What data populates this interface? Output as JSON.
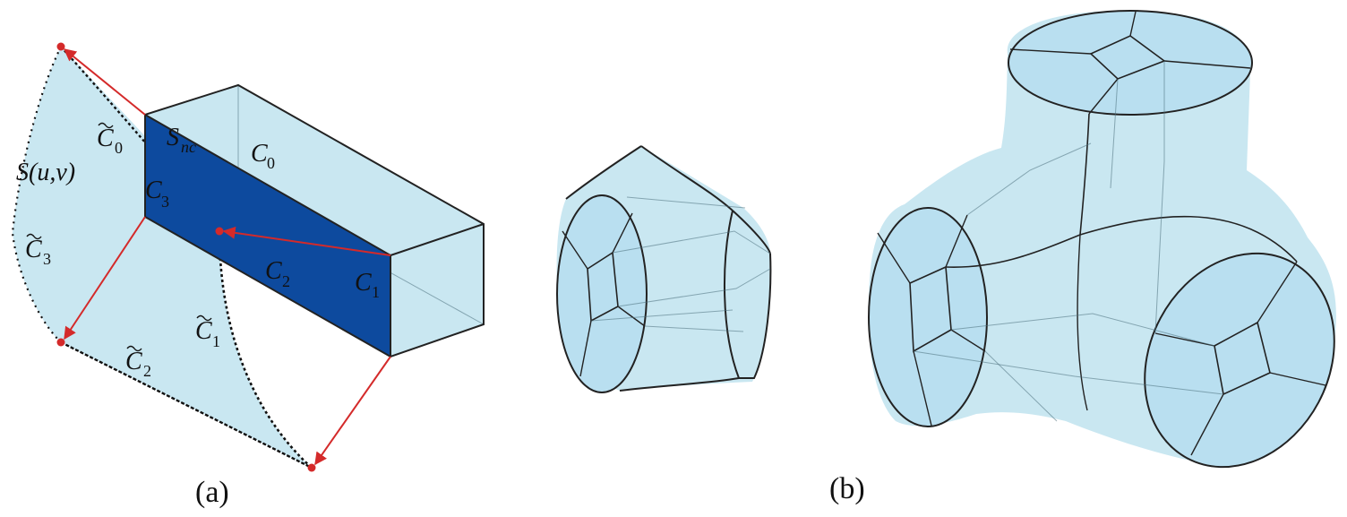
{
  "panel_a": {
    "caption": "(a)",
    "labels": {
      "C0_tilde": {
        "main": "C",
        "sub": "0"
      },
      "S_nc": {
        "main": "S",
        "sub": "nc"
      },
      "C0": {
        "main": "C",
        "sub": "0"
      },
      "S_uv": "S(u,v)",
      "C3_prime": {
        "main": "C",
        "sub": "3"
      },
      "C3_tilde": {
        "main": "C",
        "sub": "3"
      },
      "C2": {
        "main": "C",
        "sub": "2"
      },
      "C1": {
        "main": "C",
        "sub": "1"
      },
      "C1_tilde": {
        "main": "C",
        "sub": "1"
      },
      "C2_tilde": {
        "main": "C",
        "sub": "2"
      }
    }
  },
  "panel_b": {
    "caption": "(b)"
  },
  "colors": {
    "surface": "#c9e7f1",
    "dark_face": "#0d4a9e",
    "arrow": "#d42a2a",
    "edge": "#222222"
  }
}
